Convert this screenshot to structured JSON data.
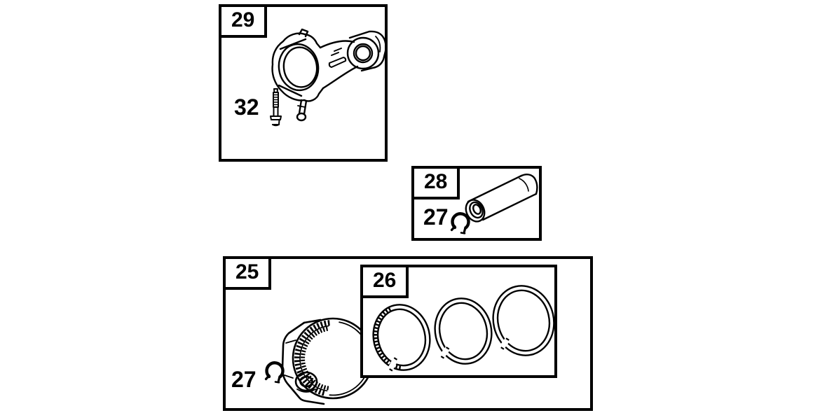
{
  "figure": {
    "background": "#ffffff",
    "ink": "#000000",
    "type": "exploded-parts-diagram"
  },
  "groups": {
    "rod": {
      "tag": "29",
      "drawing": "connecting-rod-line-art",
      "callouts": {
        "bolt": {
          "label": "32",
          "drawing": "rod-bolt-line-art"
        }
      }
    },
    "pin": {
      "tag": "28",
      "drawing": "piston-pin-line-art",
      "callouts": {
        "clip": {
          "label": "27",
          "drawing": "pin-retaining-ring-line-art"
        }
      }
    },
    "piston": {
      "tag": "25",
      "drawing": "piston-line-art",
      "callouts": {
        "clip": {
          "label": "27",
          "drawing": "pin-retaining-ring-line-art"
        }
      }
    },
    "rings": {
      "tag": "26",
      "drawing": "piston-ring-set-line-art",
      "ring_count": 3
    }
  }
}
